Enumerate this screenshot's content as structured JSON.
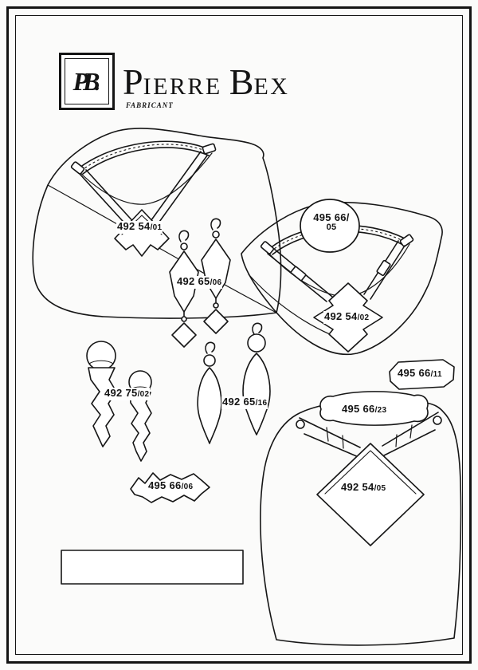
{
  "page": {
    "kind": "scanned jewelry catalog page",
    "paper_color": "#fbfbfa",
    "ink_color": "#141414"
  },
  "brand": {
    "monogram": "PB.",
    "name_first_cap": "P",
    "name_first_rest": "IERRE",
    "name_second_cap": "B",
    "name_second_rest": "EX",
    "subtitle": "FABRICANT"
  },
  "items": [
    {
      "code": "492 54",
      "variant": "/01",
      "depicts": "necklace with diamond pendant on draped display bust"
    },
    {
      "code": "492 65",
      "variant": "/06",
      "depicts": "pair of kite-shaped drop earrings with small diamond drops"
    },
    {
      "code": "495 66/",
      "variant": "05",
      "depicts": "oval tag"
    },
    {
      "code": "492 54",
      "variant": "/02",
      "depicts": "necklace with stepped diamond pendant on draped display bust"
    },
    {
      "code": "492 75",
      "variant": "/02",
      "depicts": "pair of zigzag cone drop earrings"
    },
    {
      "code": "492 65",
      "variant": "/16",
      "depicts": "pair of leaf drop earrings with round tops"
    },
    {
      "code": "495 66",
      "variant": "/11",
      "depicts": "elongated octagonal bar"
    },
    {
      "code": "495 66",
      "variant": "/23",
      "depicts": "ornate bar plaque"
    },
    {
      "code": "492 54",
      "variant": "/05",
      "depicts": "collar necklace with large diamond pendant on display bust"
    },
    {
      "code": "495 66",
      "variant": "/06",
      "depicts": "zigzag bar"
    }
  ]
}
